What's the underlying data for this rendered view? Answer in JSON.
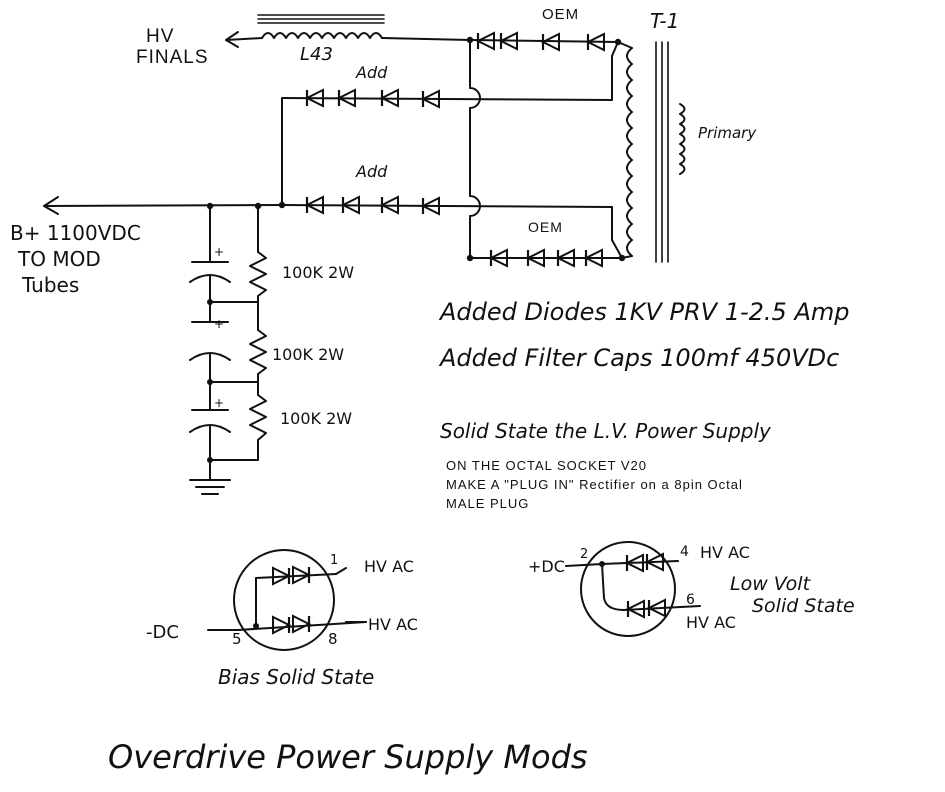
{
  "title": "Overdrive Power Supply Mods",
  "labels": {
    "hv_finals": [
      "HV",
      "FINALS"
    ],
    "inductor": "L43",
    "transformer": "T-1",
    "primary": "Primary",
    "oem_top": "OEM",
    "oem_bottom": "OEM",
    "add_upper": "Add",
    "add_lower": "Add",
    "b_plus": [
      "B+ 1100VDC",
      "TO MOD",
      "Tubes"
    ],
    "plus_sign": "+",
    "resistors": [
      "100K 2W",
      "100K 2W",
      "100K 2W"
    ]
  },
  "notes": {
    "diodes": "Added Diodes 1KV PRV 1-2.5 Amp",
    "caps": "Added Filter Caps 100mf 450VDc",
    "solid_state": "Solid State the L.V. Power Supply",
    "octal": [
      "ON THE OCTAL SOCKET V20",
      "MAKE A \"PLUG IN\" Rectifier on a 8pin Octal",
      "MALE PLUG"
    ]
  },
  "bias": {
    "input_label": "-DC",
    "pins": [
      "1",
      "5",
      "8"
    ],
    "hvac_labels": [
      "HV AC",
      "HV AC"
    ],
    "caption": "Bias Solid State"
  },
  "low_volt": {
    "input_label": "+DC",
    "pins": [
      "2",
      "4",
      "6"
    ],
    "hvac_labels": [
      "HV AC",
      "HV AC"
    ],
    "caption": [
      "Low Volt",
      "Solid State"
    ]
  }
}
